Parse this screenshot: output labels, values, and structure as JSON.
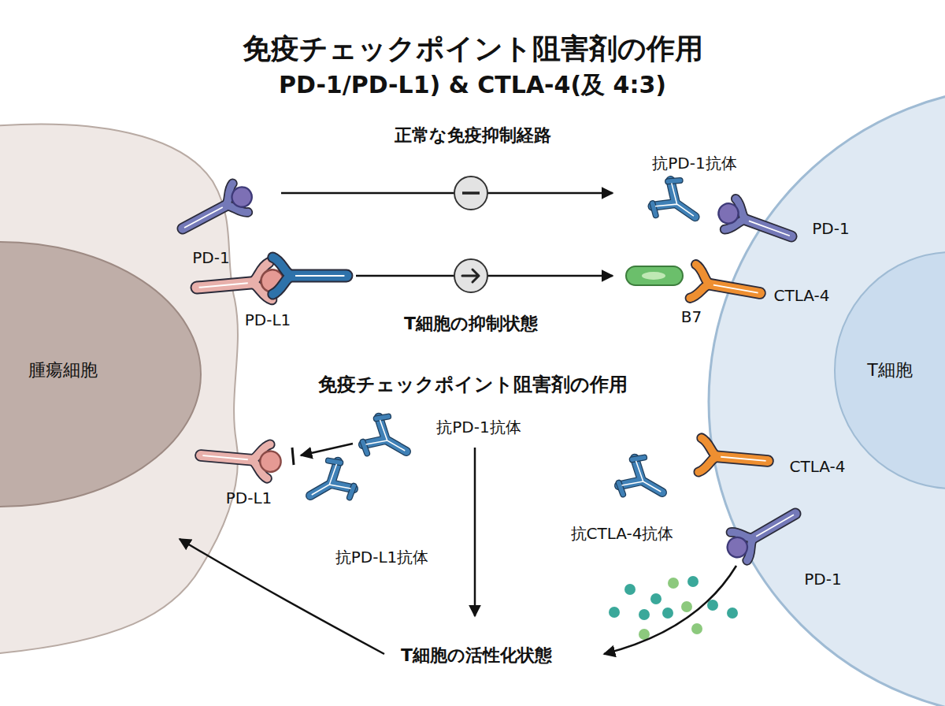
{
  "diagram": {
    "title": "免疫チェックポイント阻害剤の作用",
    "nodes": [
      {
        "text": [
          "腫瘍細胞"
        ]
      },
      {
        "text": [
          "T細胞"
        ]
      }
    ],
    "labels": [
      "PD-1/PD-L1) & CTLA-4(及 4:3)",
      "正常な免疫抑制経路",
      "抗PD-1抗体",
      "PD-1",
      "PD-1",
      "PD-L1",
      "T細胞の抑制状態",
      "B7",
      "CTLA-4",
      "免疫チェックポイント阻害剤の作用",
      "抗PD-1抗体",
      "PD-L1",
      "CTLA-4",
      "抗CTLA-4抗体",
      "抗PD-L1抗体",
      "PD-1",
      "T細胞の活性化状態"
    ]
  }
}
